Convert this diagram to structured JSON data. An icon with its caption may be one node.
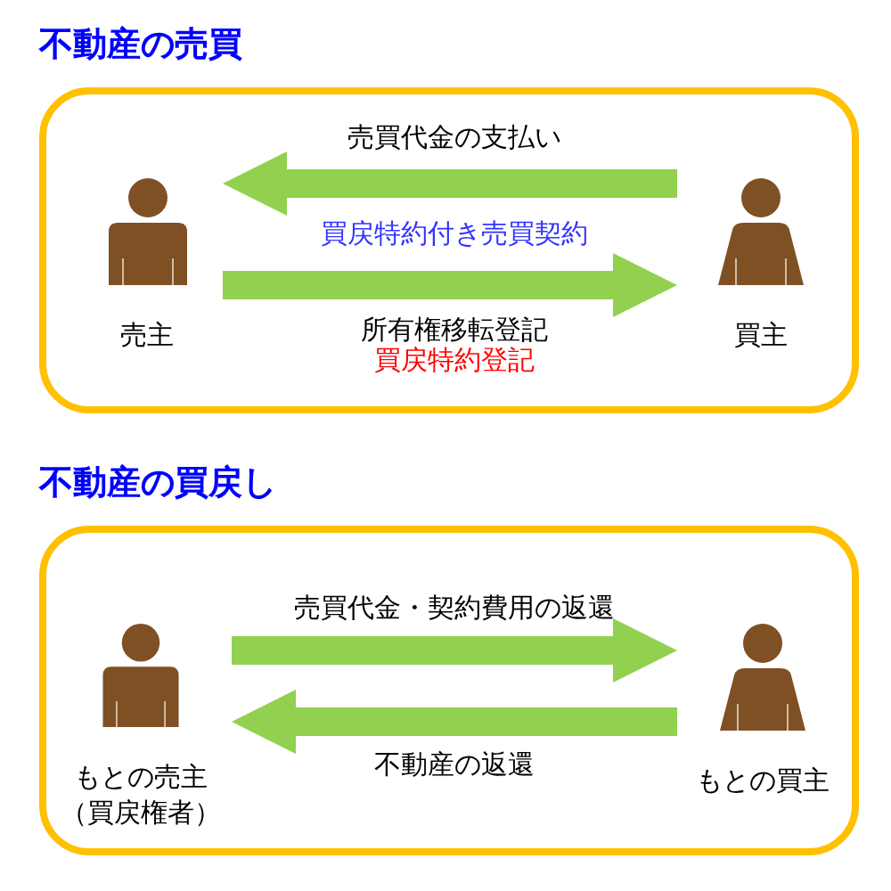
{
  "diagram": {
    "nodes": [
      {
        "text": [
          "不動産の売買"
        ]
      },
      {
        "text": [
          "売主"
        ],
        "in": 0
      },
      {
        "text": [
          "買主"
        ],
        "in": 0
      },
      {
        "text": [
          "不動産の買戻し"
        ]
      },
      {
        "text": [
          "もとの売主",
          "（買戻権者）"
        ],
        "in": 3
      },
      {
        "text": [
          "もとの買主"
        ],
        "in": 3
      }
    ],
    "edges": [
      {
        "from": 2,
        "to": 1,
        "arrow": "to",
        "label": "売買代金の支払い"
      },
      {
        "from": 1,
        "to": 2,
        "arrow": "to",
        "label": "買戻特約付き売買契約"
      },
      {
        "from": 4,
        "to": 5,
        "arrow": "to",
        "label": "売買代金・契約費用の返還"
      },
      {
        "from": 5,
        "to": 4,
        "arrow": "to",
        "label": "不動産の返還"
      }
    ],
    "labels": [
      "所有権移転登記",
      "買戻特約登記"
    ]
  }
}
